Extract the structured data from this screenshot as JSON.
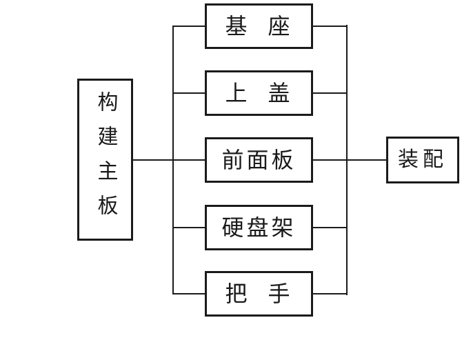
{
  "diagram": {
    "root": {
      "label": "构建主板"
    },
    "parts": [
      {
        "label": "基 座"
      },
      {
        "label": "上 盖"
      },
      {
        "label": "前面板"
      },
      {
        "label": "硬盘架"
      },
      {
        "label": "把 手"
      }
    ],
    "output": {
      "label": "装配"
    },
    "colors": {
      "line": "#1a1a1a",
      "text": "#1a1a1a",
      "background": "#ffffff"
    }
  }
}
